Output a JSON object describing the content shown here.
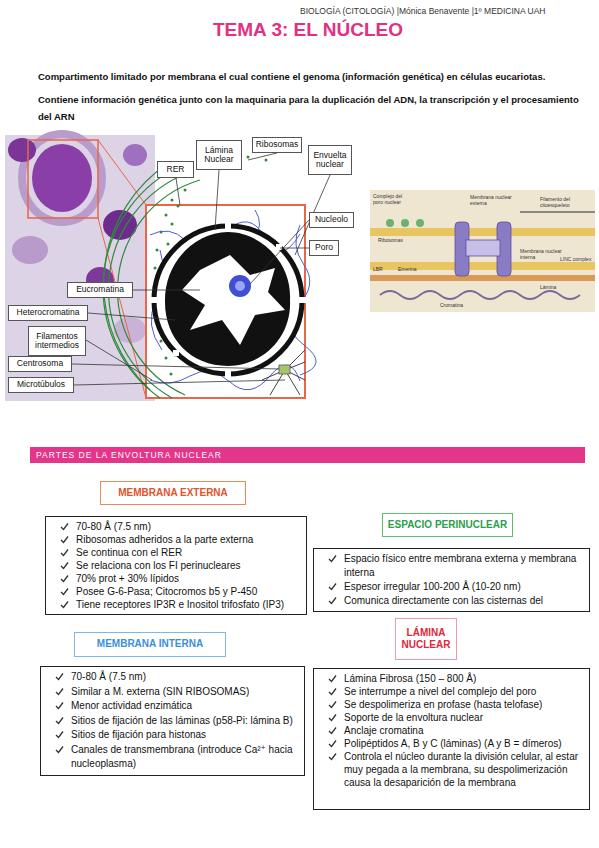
{
  "diagram": {
    "title": "TEMA 3: EL NÚCLEO",
    "nodes": [
      {
        "text": [
          "RER"
        ]
      },
      {
        "text": [
          "Lámina Nuclear"
        ]
      },
      {
        "text": [
          "Ribosomas"
        ]
      },
      {
        "text": [
          "Envuelta nuclear"
        ]
      },
      {
        "text": [
          "Nucleolo"
        ]
      },
      {
        "text": [
          "Poro"
        ]
      },
      {
        "text": [
          "Eucromatina"
        ]
      },
      {
        "text": [
          "Heterocromatina"
        ]
      },
      {
        "text": [
          "Filamentos intermedios"
        ]
      },
      {
        "text": [
          "Centrosoma"
        ]
      },
      {
        "text": [
          "Microtúbulos"
        ]
      },
      {
        "text": [
          "PARTES DE LA ENVOLTURA NUCLEAR"
        ]
      },
      {
        "text": [
          "MEMBRANA EXTERNA"
        ]
      },
      {
        "text": [
          "70-80 Å (7.5 nm)",
          "Ribosomas adheridos a la parte externa",
          "Se continua con el RER",
          "Se relaciona con los FI perinucleares",
          "70% prot + 30% lípidos",
          "Posee G-6-Pasa; Citocromos b5 y P-450",
          "Tiene receptores IP3R e Inositol trifosfato (IP3)"
        ]
      },
      {
        "text": [
          "ESPACIO PERINUCLEAR"
        ]
      },
      {
        "text": [
          "Espacio físico entre membrana externa y membrana interna",
          "Espesor irregular 100-200 Å (10-20 nm)",
          "Comunica directamente con las cisternas del"
        ]
      },
      {
        "text": [
          "LÁMINA NUCLEAR"
        ]
      },
      {
        "text": [
          "MEMBRANA INTERNA"
        ]
      },
      {
        "text": [
          "70-80 Å (7.5 nm)",
          "Similar a M. externa (SIN RIBOSOMAS)",
          "Menor actividad enzimática",
          "Sitios de fijación de las láminas (p58-Pi: lámina B)",
          "Sitios de fijación para histonas",
          "Canales de transmembrana (introduce Ca²⁺ hacia nucleoplasma)"
        ]
      },
      {
        "text": [
          "Lámina Fibrosa (150 – 800 Å)",
          "Se interrumpe a nivel del complejo del poro",
          "Se despolimeriza en profase (hasta telofase)",
          "Soporte de la envoltura nuclear",
          "Anclaje cromatina",
          "Polipéptidos A, B y C (láminas) (A y B = dímeros)",
          "Controla el núcleo durante la división celular, al estar muy pegada a la membrana, su despolimerización causa la desaparición de la membrana"
        ]
      }
    ],
    "labels": [
      "BIOLOGÍA (CITOLOGÍA) |Mónica Benavente |1º MEDICINA UAH",
      "Compartimento limitado por membrana el cual contiene el genoma (información genética) en células eucariotas.",
      "Contiene información genética junto con la maquinaria para la duplicación del ADN, la transcripción y el procesamiento del ARN",
      "Complejo del poro nuclear",
      "Membrana nuclear externa",
      "Filamento del citoesqueleto",
      "Ribosomas",
      "Membrana nuclear interna",
      "LBR",
      "Emerina",
      "LINC complex",
      "Lámina",
      "Cromatina"
    ]
  }
}
